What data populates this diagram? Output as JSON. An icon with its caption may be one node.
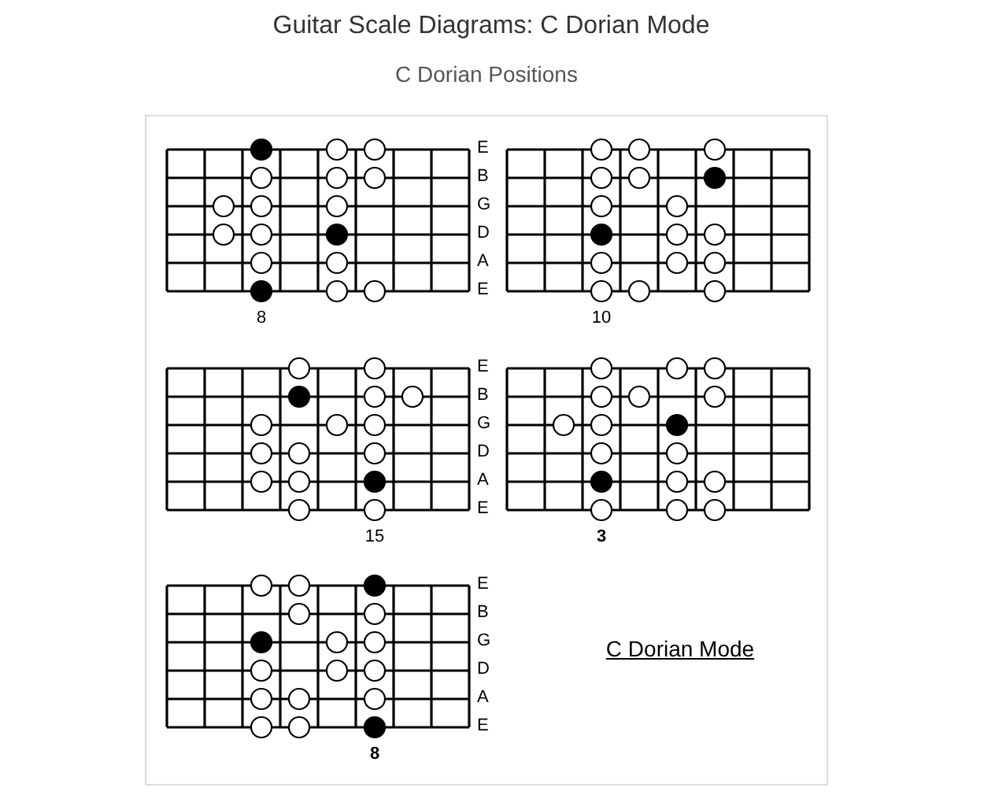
{
  "diagram": {
    "title": "Guitar Scale Diagrams: C Dorian Mode",
    "labels": [
      "C Dorian Positions",
      "E",
      "B",
      "G",
      "D",
      "A",
      "E",
      "8",
      "10",
      "E",
      "B",
      "G",
      "D",
      "A",
      "E",
      "15",
      "3",
      "E",
      "B",
      "G",
      "D",
      "A",
      "E",
      "C Dorian Mode",
      "8"
    ]
  }
}
